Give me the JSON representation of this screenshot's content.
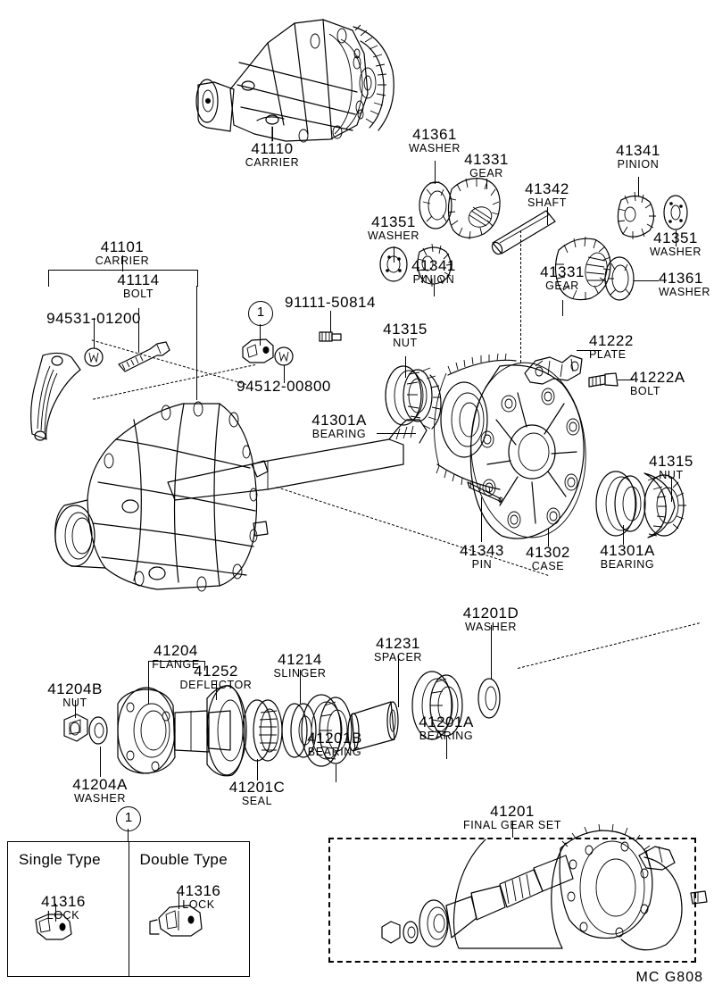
{
  "diagram": {
    "title": "Differential Carrier Exploded Parts Diagram",
    "watermark": "MC  G808"
  },
  "callouts": [
    {
      "id": "c41110",
      "num": "41110",
      "name": "CARRIER"
    },
    {
      "id": "c41101",
      "num": "41101",
      "name": "CARRIER"
    },
    {
      "id": "c41114",
      "num": "41114",
      "name": "BOLT"
    },
    {
      "id": "c94531",
      "num": "94531-01200",
      "name": ""
    },
    {
      "id": "c94512",
      "num": "94512-00800",
      "name": ""
    },
    {
      "id": "c91111",
      "num": "91111-50814",
      "name": ""
    },
    {
      "id": "c41361a",
      "num": "41361",
      "name": "WASHER"
    },
    {
      "id": "c41331a",
      "num": "41331",
      "name": "GEAR"
    },
    {
      "id": "c41342",
      "num": "41342",
      "name": "SHAFT"
    },
    {
      "id": "c41341a",
      "num": "41341",
      "name": "PINION"
    },
    {
      "id": "c41351a",
      "num": "41351",
      "name": "WASHER"
    },
    {
      "id": "c41351b",
      "num": "41351",
      "name": "WASHER"
    },
    {
      "id": "c41341b",
      "num": "41341",
      "name": "PINION"
    },
    {
      "id": "c41331b",
      "num": "41331",
      "name": "GEAR"
    },
    {
      "id": "c41361b",
      "num": "41361",
      "name": "WASHER"
    },
    {
      "id": "c41315a",
      "num": "41315",
      "name": "NUT"
    },
    {
      "id": "c41301a",
      "num": "41301A",
      "name": "BEARING"
    },
    {
      "id": "c41222",
      "num": "41222",
      "name": "PLATE"
    },
    {
      "id": "c41222a",
      "num": "41222A",
      "name": "BOLT"
    },
    {
      "id": "c41315b",
      "num": "41315",
      "name": "NUT"
    },
    {
      "id": "c41301b",
      "num": "41301A",
      "name": "BEARING"
    },
    {
      "id": "c41343",
      "num": "41343",
      "name": "PIN"
    },
    {
      "id": "c41302",
      "num": "41302",
      "name": "CASE"
    },
    {
      "id": "c41204",
      "num": "41204",
      "name": "FLANGE"
    },
    {
      "id": "c41252",
      "num": "41252",
      "name": "DEFLECTOR"
    },
    {
      "id": "c41214",
      "num": "41214",
      "name": "SLINGER"
    },
    {
      "id": "c41231",
      "num": "41231",
      "name": "SPACER"
    },
    {
      "id": "c41201d",
      "num": "41201D",
      "name": "WASHER"
    },
    {
      "id": "c41204b",
      "num": "41204B",
      "name": "NUT"
    },
    {
      "id": "c41204a",
      "num": "41204A",
      "name": "WASHER"
    },
    {
      "id": "c41201c",
      "num": "41201C",
      "name": "SEAL"
    },
    {
      "id": "c41201b",
      "num": "41201B",
      "name": "BEARING"
    },
    {
      "id": "c41201a",
      "num": "41201A",
      "name": "BEARING"
    },
    {
      "id": "c41201",
      "num": "41201",
      "name": "FINAL GEAR SET"
    }
  ],
  "index_markers": {
    "marker_upper": "1",
    "marker_table": "1"
  },
  "type_table": {
    "columns": [
      {
        "header": "Single Type",
        "part_num": "41316",
        "part_name": "LOCK"
      },
      {
        "header": "Double Type",
        "part_num": "41316",
        "part_name": "LOCK"
      }
    ]
  }
}
